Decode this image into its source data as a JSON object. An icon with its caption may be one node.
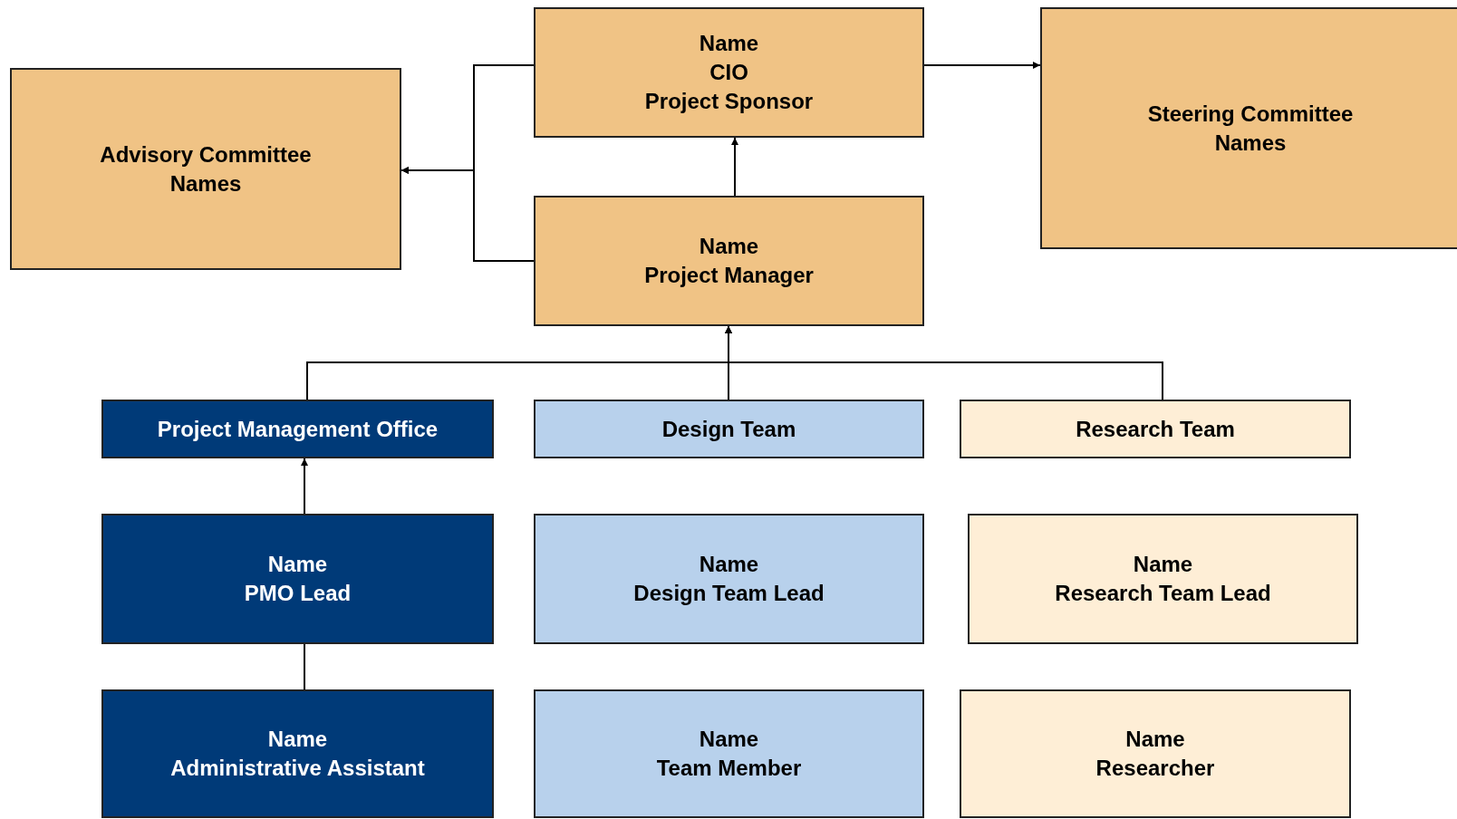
{
  "diagram": {
    "nodes": [
      {
        "text": [
          "Advisory Committee",
          "Names"
        ]
      },
      {
        "text": [
          "Name",
          "CIO",
          "Project Sponsor"
        ]
      },
      {
        "text": [
          "Steering Committee",
          "Names"
        ]
      },
      {
        "text": [
          "Name",
          "Project Manager"
        ]
      },
      {
        "text": [
          "Project Management Office"
        ]
      },
      {
        "text": [
          "Design Team"
        ]
      },
      {
        "text": [
          "Research Team"
        ]
      },
      {
        "text": [
          "Name",
          "PMO Lead"
        ]
      },
      {
        "text": [
          "Name",
          "Design Team Lead"
        ]
      },
      {
        "text": [
          "Name",
          "Research Team Lead"
        ]
      },
      {
        "text": [
          "Name",
          "Administrative Assistant"
        ]
      },
      {
        "text": [
          "Name",
          "Team Member"
        ]
      },
      {
        "text": [
          "Name",
          "Researcher"
        ]
      }
    ],
    "edges": [
      {
        "from": 1,
        "to": 0,
        "arrow": "to"
      },
      {
        "from": 3,
        "to": 0,
        "arrow": "to"
      },
      {
        "from": 1,
        "to": 2,
        "arrow": "to"
      },
      {
        "from": 3,
        "to": 1,
        "arrow": "to"
      },
      {
        "from": 4,
        "to": 3,
        "arrow": "to"
      },
      {
        "from": 5,
        "to": 3,
        "arrow": "to"
      },
      {
        "from": 6,
        "to": 3,
        "arrow": "to"
      },
      {
        "from": 7,
        "to": 4,
        "arrow": "to"
      },
      {
        "from": 7,
        "to": 10,
        "arrow": "none"
      }
    ]
  }
}
